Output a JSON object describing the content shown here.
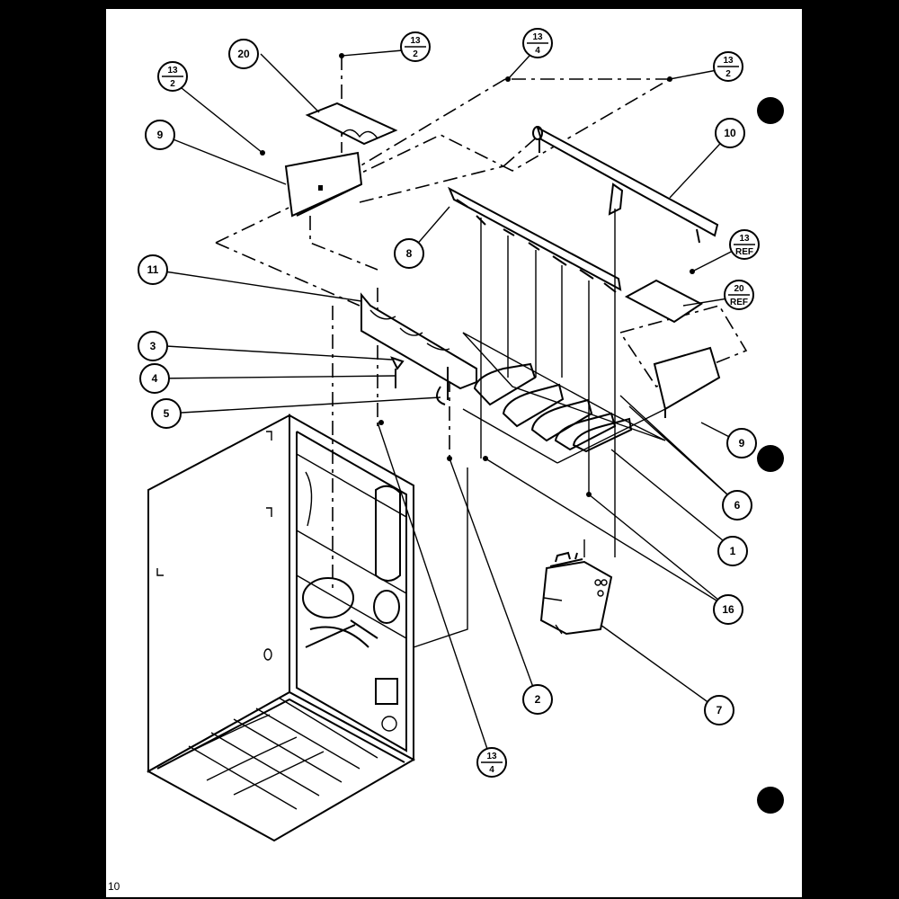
{
  "page_number": "10",
  "callouts": {
    "c20": "20",
    "c9a": "9",
    "c11": "11",
    "c3": "3",
    "c4": "4",
    "c5": "5",
    "c8": "8",
    "c10": "10",
    "c9b": "9",
    "c6": "6",
    "c1": "1",
    "c16": "16",
    "c7": "7",
    "c2": "2",
    "c13a_top": "13",
    "c13a_bot": "2",
    "c13b_top": "13",
    "c13b_bot": "2",
    "c13c_top": "13",
    "c13c_bot": "4",
    "c13d_top": "13",
    "c13d_bot": "2",
    "c13e_top": "13",
    "c13e_bot": "REF",
    "c20r_top": "20",
    "c20r_bot": "REF",
    "c13f_top": "13",
    "c13f_bot": "4"
  }
}
